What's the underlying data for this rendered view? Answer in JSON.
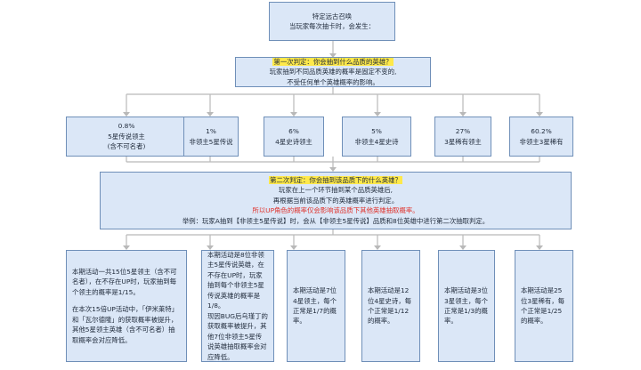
{
  "colors": {
    "box_fill": "#dbe7f7",
    "box_border": "#6f8fb8",
    "connector": "#b9b9b9",
    "highlight": "#ffe94a",
    "red_text": "#e0312a"
  },
  "root": {
    "title": "特定远古召唤",
    "text": "当玩家每次抽卡时，会发生："
  },
  "first": {
    "heading": "第一次判定：你会抽到什么品质的英雄？",
    "lines": [
      "玩家抽到不同品质英雄的概率是固定不变的,",
      "不受任何单个英雄概率的影响。"
    ]
  },
  "tiers": [
    {
      "pct": "0.8%",
      "name": "5星传说领主",
      "note": "(含不可名者)"
    },
    {
      "pct": "1%",
      "name": "非领主5星传说",
      "note": ""
    },
    {
      "pct": "6%",
      "name": "4星史诗领主",
      "note": ""
    },
    {
      "pct": "5%",
      "name": "非领主4星史诗",
      "note": ""
    },
    {
      "pct": "27%",
      "name": "3星稀有领主",
      "note": ""
    },
    {
      "pct": "60.2%",
      "name": "非领主3星稀有",
      "note": ""
    }
  ],
  "second": {
    "heading": "第二次判定：你会抽到该品质下的什么英雄？",
    "lines": [
      "玩家在上一个环节抽到某个品质英雄后,",
      "再根据当前该品质下的英雄概率进行判定。"
    ],
    "red": "所以UP角色的概率仅会影响该品质下其他英雄抽取概率。",
    "example": "举例：玩家A抽到【非领主5星传说】时，会从【非领主5星传说】品质和8位英雄中进行第二次抽取判定。"
  },
  "results": [
    {
      "p1": "本期活动一共15位5星领主（含不可名者），在不存在UP时，玩家抽到每个领主的概率是1/15。",
      "p2": "在本次15倍UP活动中，「伊米莱特」和「瓦尔德隆」的获取概率被提升，其他5星领主英雄（含不可名者）抽取概率会对应降低。"
    },
    {
      "p1": "本期活动是8位非领主5星传说英雄，在不存在UP时，玩家抽到每个非领主5星传说英雄的概率是1/8。",
      "p2": "现因BUG后乌瑾丁的获取概率被提升，其他7位非领主5星传说英雄抽取概率会对应降低。"
    },
    {
      "p1": "本期活动是7位4星领主，每个正常是1/7的概率。",
      "p2": ""
    },
    {
      "p1": "本期活动是12位4星史诗，每个正常是1/12的概率。",
      "p2": ""
    },
    {
      "p1": "本期活动是3位3星领主，每个正常是1/3的概率。",
      "p2": ""
    },
    {
      "p1": "本期活动是25位3星稀有，每个正常是1/25的概率。",
      "p2": ""
    }
  ]
}
